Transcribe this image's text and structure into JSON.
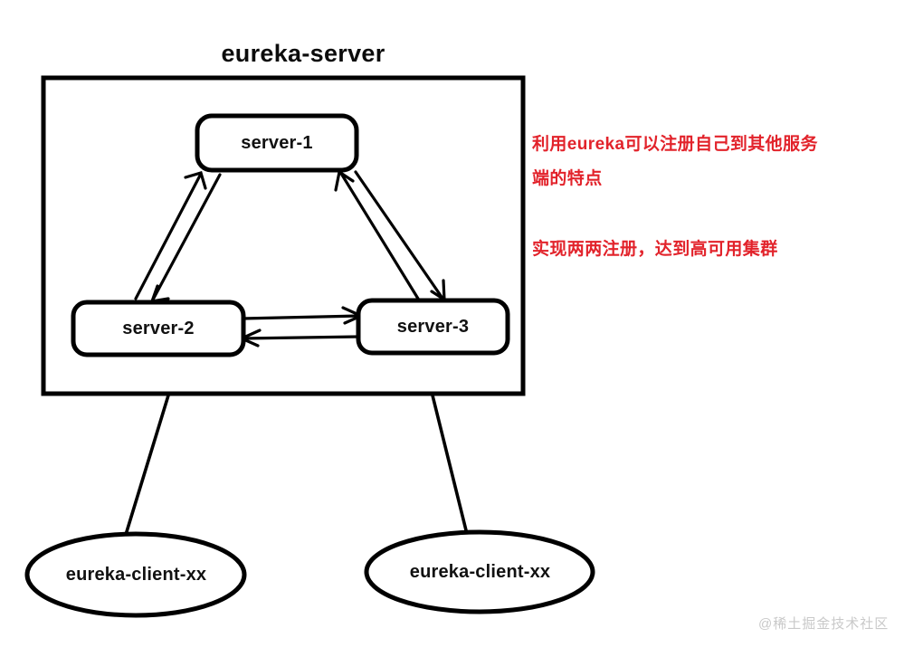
{
  "diagram": {
    "title": "eureka-server",
    "nodes": {
      "server_1": "server-1",
      "server_2": "server-2",
      "server_3": "server-3",
      "client_left": "eureka-client-xx",
      "client_right": "eureka-client-xx"
    },
    "annotations": [
      "利用eureka可以注册自己到其他服务",
      "端的特点",
      "实现两两注册，达到高可用集群"
    ],
    "watermark": "@稀土掘金技术社区",
    "colors": {
      "stroke": "#000000",
      "annotation_red": "#e2232b",
      "node_fill": "#ffffff",
      "watermark_gray": "#c9c9c9",
      "background": "#ffffff"
    }
  }
}
